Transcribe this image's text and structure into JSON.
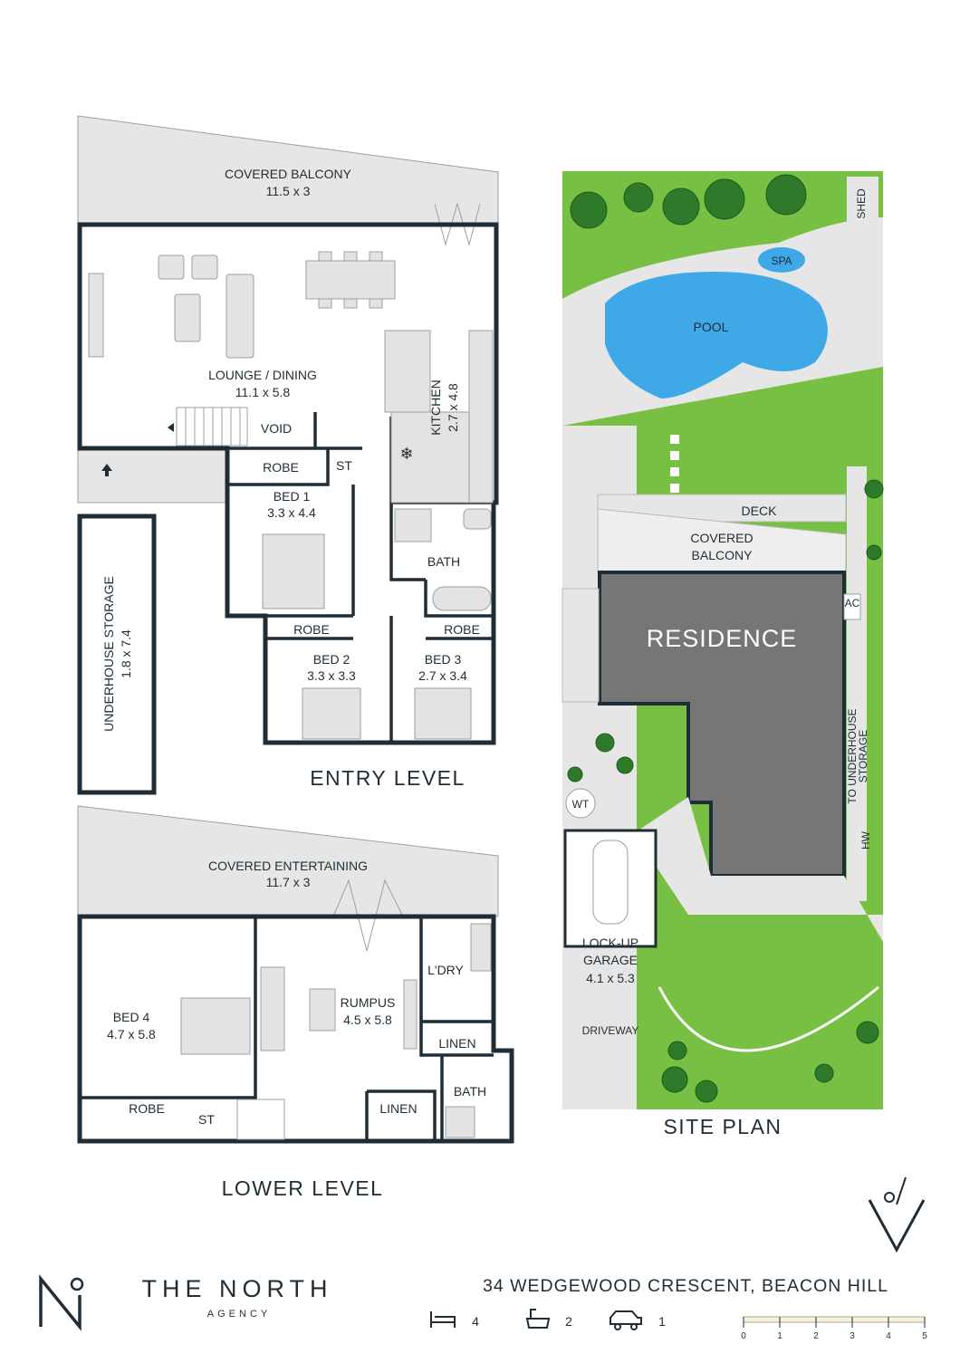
{
  "entry_level": {
    "title": "ENTRY LEVEL",
    "rooms": {
      "covered_balcony": {
        "name": "COVERED BALCONY",
        "size": "11.5 x 3"
      },
      "lounge_dining": {
        "name": "LOUNGE / DINING",
        "size": "11.1 x 5.8"
      },
      "kitchen": {
        "name": "KITCHEN",
        "size": "2.7 x 4.8"
      },
      "void": "VOID",
      "robe_1": "ROBE",
      "st": "ST",
      "bed_1": {
        "name": "BED 1",
        "size": "3.3 x 4.4"
      },
      "bath": "BATH",
      "robe_2": "ROBE",
      "robe_3": "ROBE",
      "bed_2": {
        "name": "BED 2",
        "size": "3.3 x 3.3"
      },
      "bed_3": {
        "name": "BED 3",
        "size": "2.7 x 3.4"
      },
      "underhouse_storage": {
        "name": "UNDERHOUSE STORAGE",
        "size": "1.8 x 7.4"
      }
    }
  },
  "lower_level": {
    "title": "LOWER LEVEL",
    "rooms": {
      "covered_entertaining": {
        "name": "COVERED ENTERTAINING",
        "size": "11.7 x 3"
      },
      "bed_4": {
        "name": "BED 4",
        "size": "4.7 x 5.8"
      },
      "rumpus": {
        "name": "RUMPUS",
        "size": "4.5 x 5.8"
      },
      "ldry": "L'DRY",
      "linen_1": "LINEN",
      "linen_2": "LINEN",
      "bath": "BATH",
      "robe": "ROBE",
      "st": "ST"
    }
  },
  "site_plan": {
    "title": "SITE PLAN",
    "labels": {
      "shed": "SHED",
      "spa": "SPA",
      "pool": "POOL",
      "deck": "DECK",
      "covered_balcony_1": "COVERED",
      "covered_balcony_2": "BALCONY",
      "residence": "RESIDENCE",
      "ac": "AC",
      "to_underhouse_1": "TO UNDERHOUSE",
      "to_underhouse_2": "STORAGE",
      "wt": "WT",
      "hw": "HW",
      "garage_1": "LOCK-UP",
      "garage_2": "GARAGE",
      "garage_size": "4.1 x 5.3",
      "driveway": "DRIVEWAY"
    }
  },
  "footer": {
    "brand": "THE NORTH",
    "brand_sub": "AGENCY",
    "address": "34 WEDGEWOOD CRESCENT, BEACON HILL",
    "beds_count": "4",
    "baths_count": "2",
    "cars_count": "1",
    "scale_ticks": [
      "0",
      "1",
      "2",
      "3",
      "4",
      "5"
    ]
  },
  "icons": [
    "bed-icon",
    "bath-icon",
    "car-icon",
    "north-arrow-icon",
    "brand-logo-icon",
    "entry-arrow-icon",
    "fridge-icon"
  ]
}
